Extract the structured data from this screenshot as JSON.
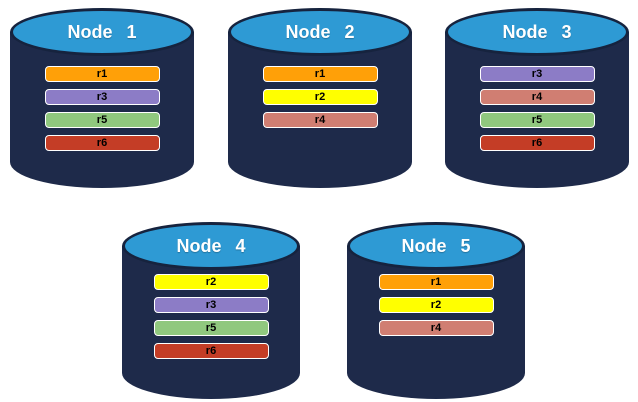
{
  "palette": {
    "cylinder-body": "#1E2A4A",
    "cylinder-top": "#2E9AD4",
    "cylinder-border": "#16233E",
    "bar-border": "#FFFFFF",
    "bar-text": "#000000",
    "node-label": "#FFFFFF",
    "background": "#FFFFFF"
  },
  "replica_colors": {
    "r1": "#FFA008",
    "r2": "#FFFF00",
    "r3": "#8C7CC6",
    "r4": "#D07E72",
    "r5": "#90C87E",
    "r6": "#C43D26"
  },
  "nodes": [
    {
      "label": "Node 1",
      "replicas": [
        {
          "id": "r1",
          "color": "#FFA008"
        },
        {
          "id": "r3",
          "color": "#8C7CC6"
        },
        {
          "id": "r5",
          "color": "#90C87E"
        },
        {
          "id": "r6",
          "color": "#C43D26"
        }
      ]
    },
    {
      "label": "Node 2",
      "replicas": [
        {
          "id": "r1",
          "color": "#FFA008"
        },
        {
          "id": "r2",
          "color": "#FFFF00"
        },
        {
          "id": "r4",
          "color": "#D07E72"
        }
      ]
    },
    {
      "label": "Node 3",
      "replicas": [
        {
          "id": "r3",
          "color": "#8C7CC6"
        },
        {
          "id": "r4",
          "color": "#D07E72"
        },
        {
          "id": "r5",
          "color": "#90C87E"
        },
        {
          "id": "r6",
          "color": "#C43D26"
        }
      ]
    },
    {
      "label": "Node 4",
      "replicas": [
        {
          "id": "r2",
          "color": "#FFFF00"
        },
        {
          "id": "r3",
          "color": "#8C7CC6"
        },
        {
          "id": "r5",
          "color": "#90C87E"
        },
        {
          "id": "r6",
          "color": "#C43D26"
        }
      ]
    },
    {
      "label": "Node 5",
      "replicas": [
        {
          "id": "r1",
          "color": "#FFA008"
        },
        {
          "id": "r2",
          "color": "#FFFF00"
        },
        {
          "id": "r4",
          "color": "#D07E72"
        }
      ]
    }
  ]
}
